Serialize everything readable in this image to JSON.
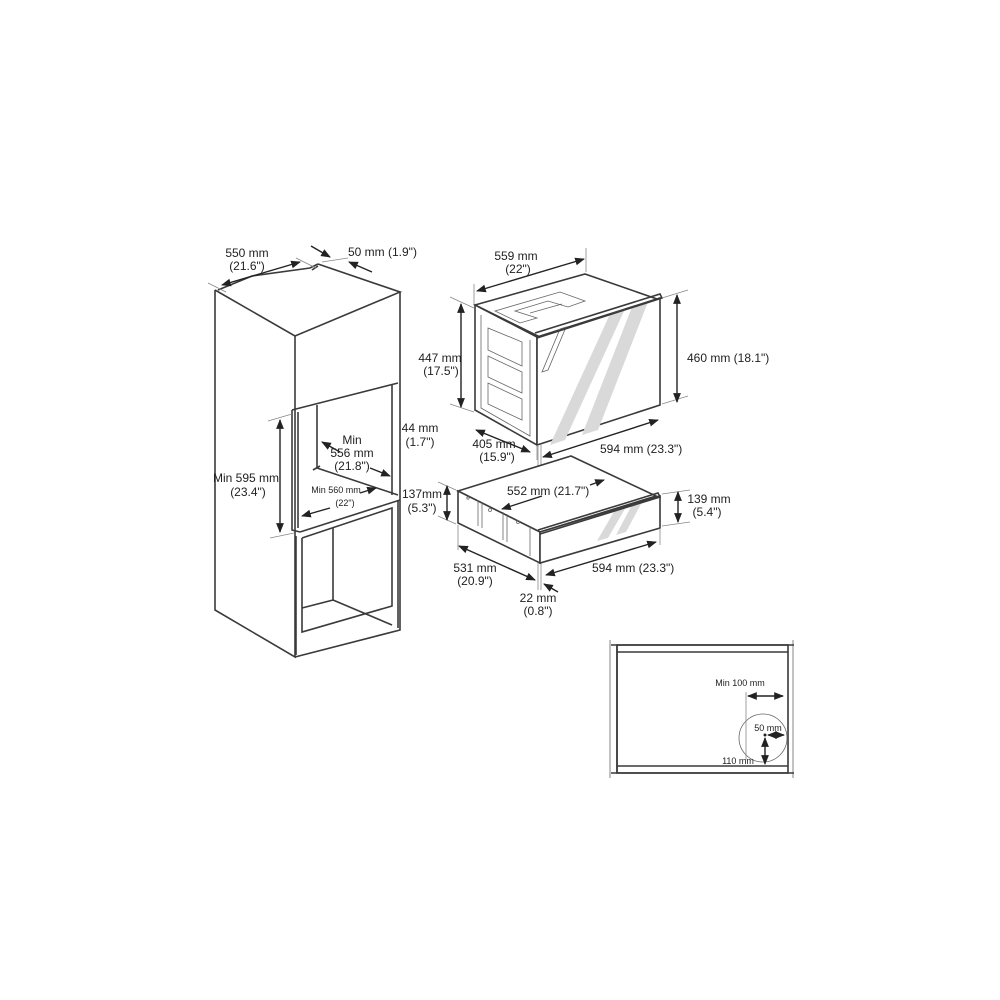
{
  "diagram": {
    "title": "Built-in oven and warming drawer installation dimensions",
    "cabinet": {
      "depth": {
        "mm": "550 mm",
        "in": "(21.6\")"
      },
      "gap": {
        "label": "50 mm (1.9\")"
      },
      "niche_height": {
        "mm": "Min 595 mm",
        "in": "(23.4\")"
      },
      "niche_depth": {
        "line1": "Min",
        "mm": "556 mm",
        "in": "(21.8\")"
      },
      "niche_width": {
        "mm": "Min 560 mm",
        "in": "(22\")"
      },
      "top_clearance": {
        "mm": "44 mm",
        "in": "(1.7\")"
      },
      "drawer_height": {
        "mm": "137mm",
        "in": "(5.3\")"
      }
    },
    "oven": {
      "depth": {
        "mm": "559 mm",
        "in": "(22\")"
      },
      "body_height": {
        "mm": "447 mm",
        "in": "(17.5\")"
      },
      "front_height": {
        "label": "460 mm (18.1\")"
      },
      "side_depth": {
        "mm": "405 mm",
        "in": "(15.9\")"
      },
      "width": {
        "label": "594 mm (23.3\")"
      }
    },
    "drawer": {
      "depth": {
        "label": "552 mm (21.7\")"
      },
      "front_height": {
        "mm": "139 mm",
        "in": "(5.4\")"
      },
      "side_depth": {
        "mm": "531 mm",
        "in": "(20.9\")"
      },
      "width": {
        "label": "594 mm (23.3\")"
      },
      "front_thickness": {
        "mm": "22 mm",
        "in": "(0.8\")"
      }
    },
    "ventilation": {
      "side_clearance": "Min 100 mm",
      "hole_diameter": "50 mm",
      "bottom_offset": "110 mm"
    }
  }
}
